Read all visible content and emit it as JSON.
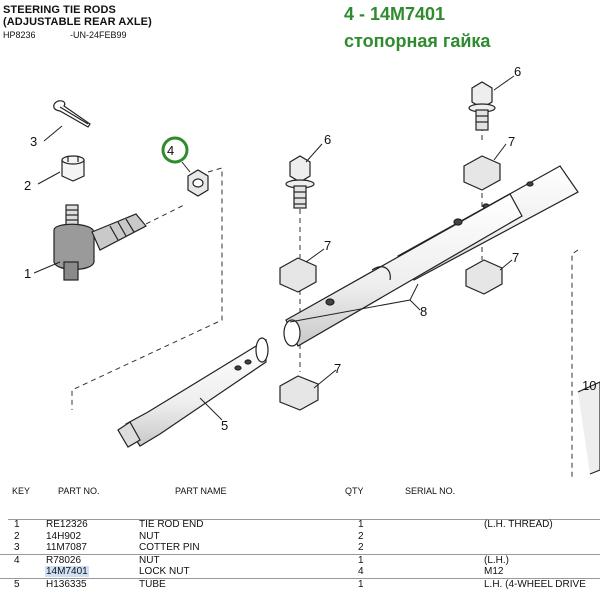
{
  "header": {
    "title_line1": "STEERING TIE RODS",
    "title_line2": "(ADJUSTABLE REAR AXLE)",
    "code": "HP8236",
    "date": "-UN-24FEB99",
    "part_title": "4 - 14M7401",
    "part_desc": "стопорная гайка"
  },
  "callouts": {
    "c1": "1",
    "c2": "2",
    "c3": "3",
    "c4": "4",
    "c5": "5",
    "c6": "6",
    "c7": "7",
    "c8": "8",
    "c10": "10"
  },
  "table": {
    "headers": {
      "key": "KEY",
      "part_no": "PART NO.",
      "part_name": "PART NAME",
      "qty": "QTY",
      "serial_no": "SERIAL NO."
    },
    "rows": [
      {
        "key": "1",
        "part_no": "RE12326",
        "name": "TIE ROD END",
        "qty": "1",
        "remarks": "(L.H. THREAD)"
      },
      {
        "key": "2",
        "part_no": "14H902",
        "name": "NUT",
        "qty": "2",
        "remarks": ""
      },
      {
        "key": "3",
        "part_no": "11M7087",
        "name": "COTTER PIN",
        "qty": "2",
        "remarks": ""
      },
      {
        "key": "4",
        "part_no": "R78026",
        "name": "NUT",
        "qty": "1",
        "remarks": "(L.H.)"
      },
      {
        "key": "",
        "part_no": "14M7401",
        "name": "LOCK NUT",
        "qty": "4",
        "remarks": "M12"
      },
      {
        "key": "5",
        "part_no": "H136335",
        "name": "TUBE",
        "qty": "1",
        "remarks": "L.H. (4-WHEEL DRIVE"
      }
    ]
  },
  "colors": {
    "highlight": "#cfe0f6",
    "green": "#2e8b2e",
    "line": "#222222"
  }
}
